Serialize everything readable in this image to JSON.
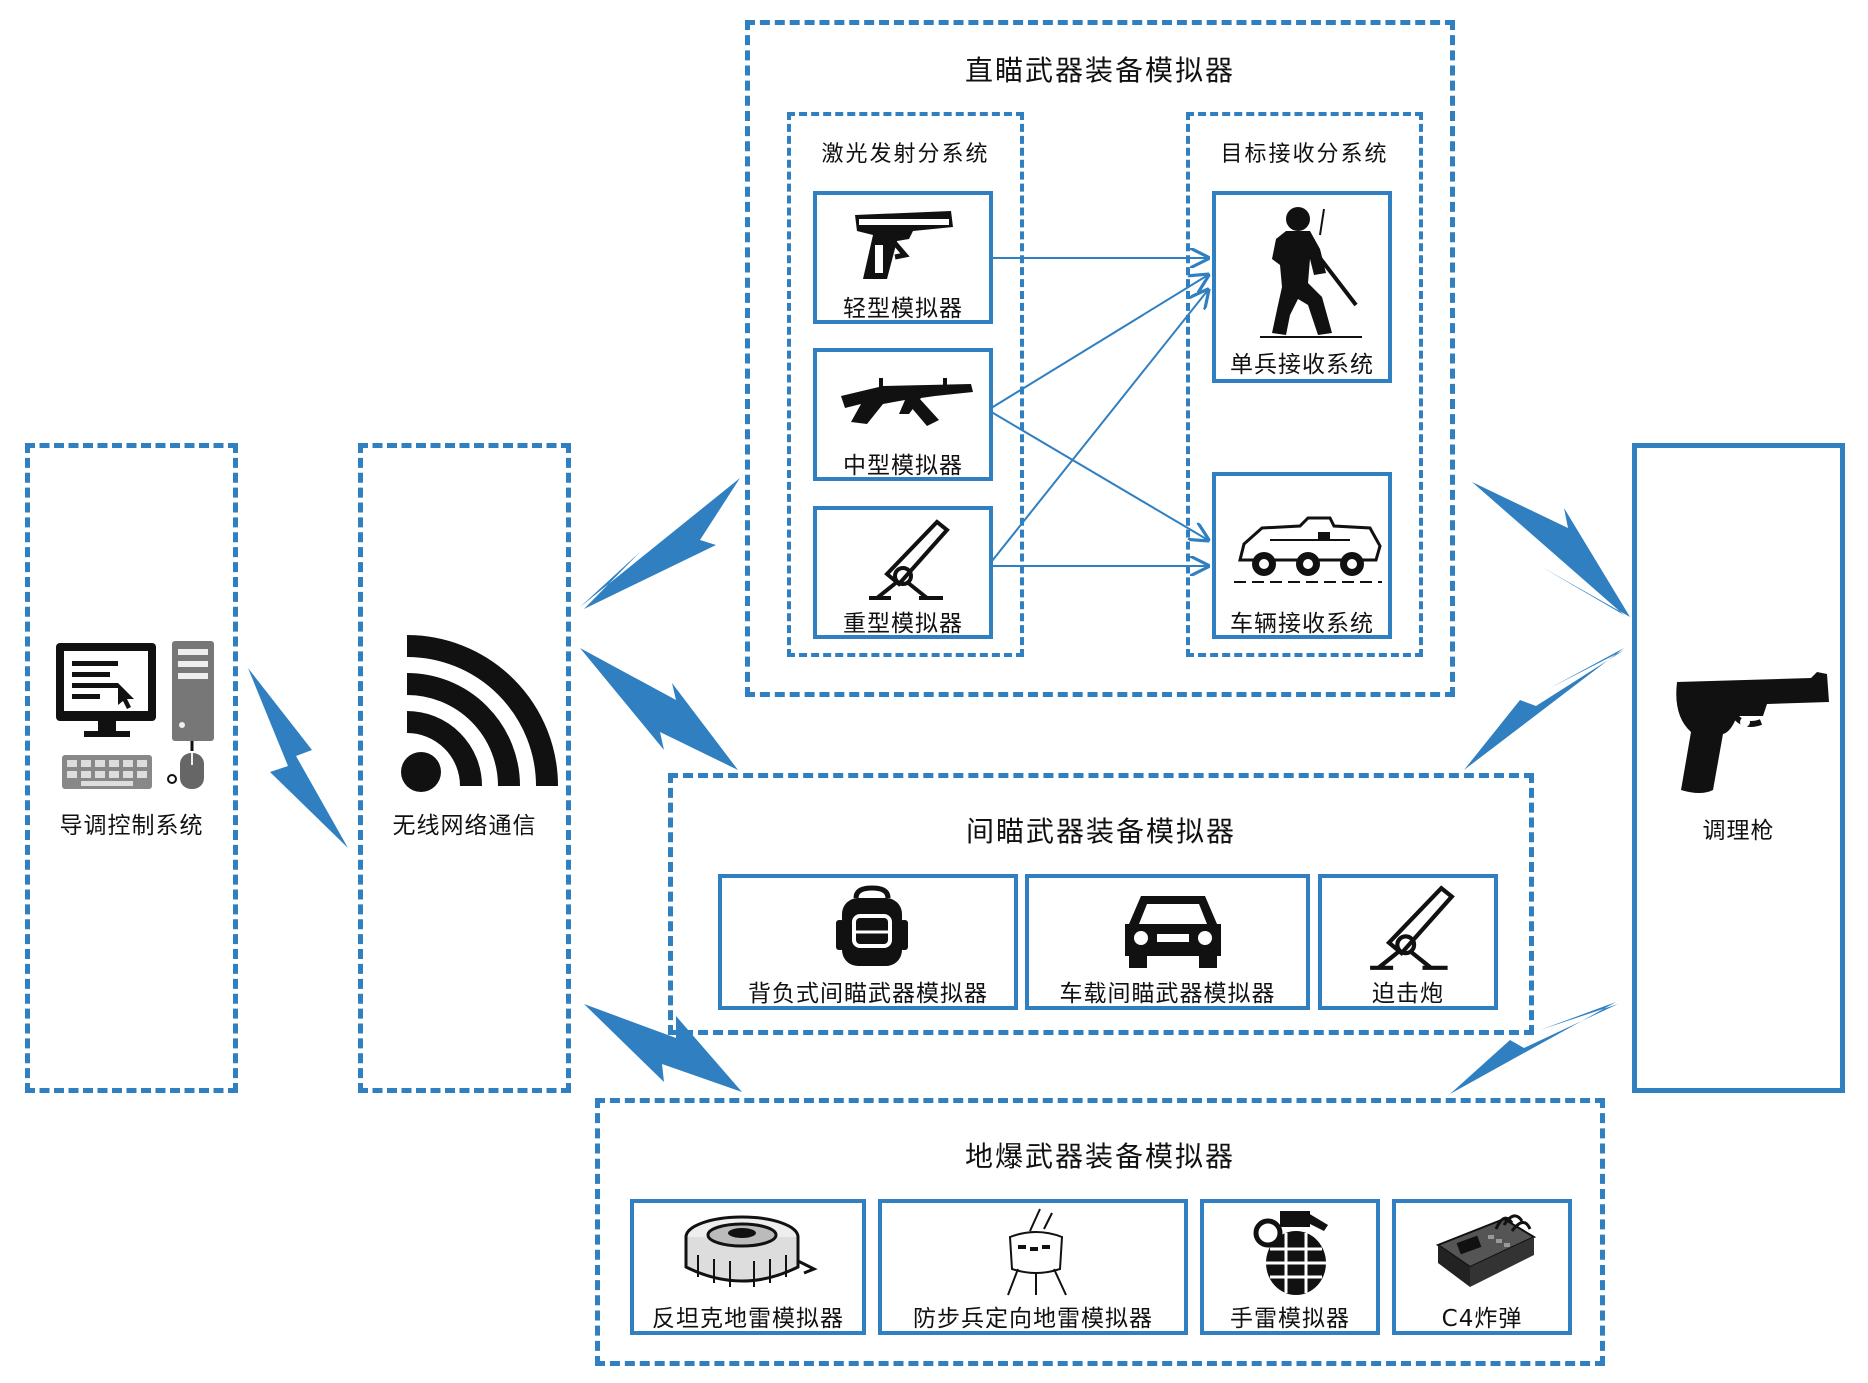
{
  "left": {
    "control_label": "导调控制系统",
    "wireless_label": "无线网络通信"
  },
  "direct": {
    "title": "直瞄武器装备模拟器",
    "laser_title": "激光发射分系统",
    "target_title": "目标接收分系统",
    "light_label": "轻型模拟器",
    "medium_label": "中型模拟器",
    "heavy_label": "重型模拟器",
    "soldier_label": "单兵接收系统",
    "vehicle_label": "车辆接收系统"
  },
  "indirect": {
    "title": "间瞄武器装备模拟器",
    "backpack_label": "背负式间瞄武器模拟器",
    "vehicle_label": "车载间瞄武器模拟器",
    "mortar_label": "迫击炮"
  },
  "mine": {
    "title": "地爆武器装备模拟器",
    "antitank_label": "反坦克地雷模拟器",
    "antipersonnel_label": "防步兵定向地雷模拟器",
    "grenade_label": "手雷模拟器",
    "c4_label": "C4炸弹"
  },
  "right": {
    "gun_label": "调理枪"
  },
  "colors": {
    "accent": "#2f7fc1",
    "icon": "#111111"
  }
}
